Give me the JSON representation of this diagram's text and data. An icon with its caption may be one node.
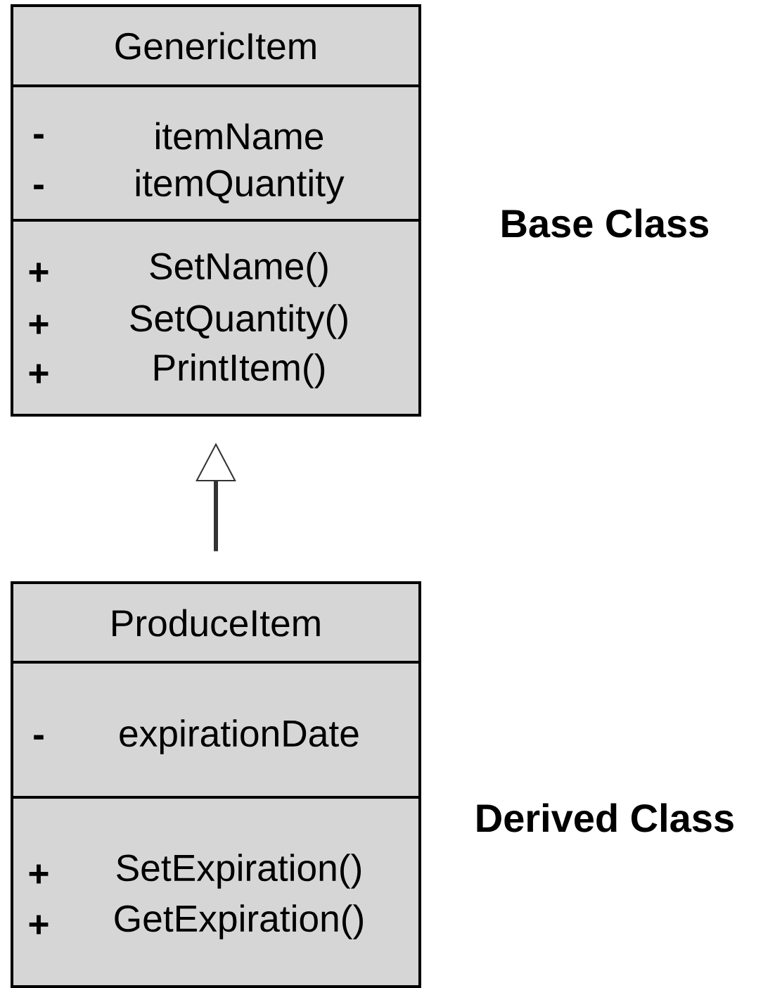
{
  "diagram": {
    "nodes": [
      {
        "text": [
          "GenericItem"
        ],
        "beside": [
          "Base Class"
        ]
      },
      {
        "text": [
          "-",
          "itemName",
          "-",
          "itemQuantity"
        ],
        "in": 0
      },
      {
        "text": [
          "+",
          "SetName()",
          "+",
          "SetQuantity()",
          "+",
          "PrintItem()"
        ],
        "in": 0
      },
      {
        "text": [
          "ProduceItem"
        ],
        "beside": [
          "Derived Class"
        ]
      },
      {
        "text": [
          "-",
          "expirationDate"
        ],
        "in": 3
      },
      {
        "text": [
          "+",
          "SetExpiration()",
          "+",
          "GetExpiration()"
        ],
        "in": 3
      }
    ],
    "edges": [
      {
        "from": 3,
        "to": 0,
        "arrow": "to"
      }
    ]
  }
}
